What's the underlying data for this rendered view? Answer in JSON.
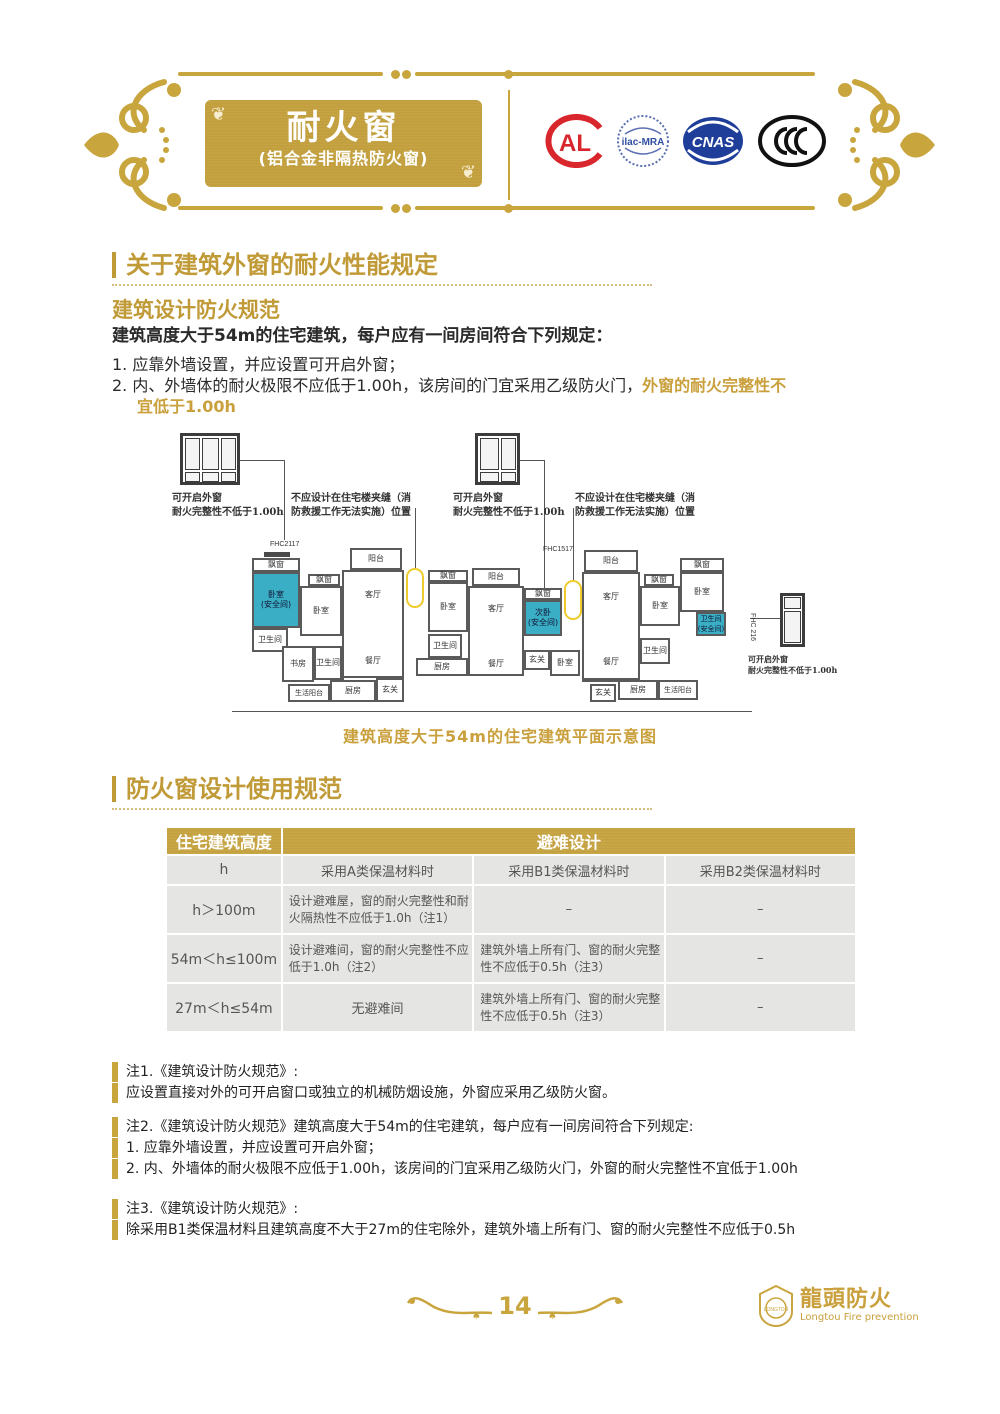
{
  "header": {
    "title": "耐火窗",
    "subtitle": "(铝合金非隔热防火窗)",
    "logos": [
      {
        "name": "al-certification-logo",
        "text": "AL",
        "color": "#d9262c"
      },
      {
        "name": "ilac-mra-logo",
        "text": "ilac-MRA",
        "color": "#2f4fa0"
      },
      {
        "name": "cnas-logo",
        "text": "CNAS",
        "color": "#1f3e9a"
      },
      {
        "name": "ccc-logo",
        "text": "CCC",
        "color": "#111111"
      }
    ]
  },
  "section1": {
    "heading": "关于建筑外窗的耐火性能规定",
    "subheading": "建筑设计防火规范",
    "intro": "建筑高度大于54m的住宅建筑，每户应有一间房间符合下列规定：",
    "item1": "1. 应靠外墙设置，并应设置可开启外窗；",
    "item2_normal": "2. 内、外墙体的耐火极限不应低于1.00h，该房间的门宜采用乙级防火门，",
    "item2_highlight_a": "外窗的耐火完整性不",
    "item2_highlight_b": "宜低于1.00h"
  },
  "plan": {
    "label_window_a1": "可开启外窗",
    "label_window_a2": "耐火完整性不低于1.00h",
    "label_gap_1": "不应设计在住宅楼夹缝（消",
    "label_gap_2": "防救援工作无法实施）位置",
    "label_window_b1": "可开启外窗",
    "label_window_b2": "耐火完整性不低于1.00h",
    "label_gap_b1": "不应设计在住宅楼夹缝（消",
    "label_gap_b2": "防救援工作无法实施）位置",
    "label_window_c1": "可开启外窗",
    "label_window_c2": "耐火完整性不低于1.00h",
    "code_a": "FHC2117",
    "code_b": "FHC1517",
    "code_c": "FHC 216",
    "rooms": {
      "bay": "飘窗",
      "bedroom": "卧室",
      "bedroom_safe": "卧室\n(安全间)",
      "second_bedroom_safe": "次卧\n(安全间)",
      "bath": "卫生间",
      "bath_safe": "卫生间\n(安全间)",
      "balcony": "阳台",
      "living": "客厅",
      "dining": "餐厅",
      "kitchen": "厨房",
      "study": "书房",
      "entry": "玄关",
      "utility_balcony": "生活阳台"
    },
    "caption": "建筑高度大于54m的住宅建筑平面示意图"
  },
  "section2": {
    "heading": "防火窗设计使用规范"
  },
  "table": {
    "header_col1": "住宅建筑高度",
    "header_col2": "避难设计",
    "subheaders": [
      "h",
      "采用A类保温材料时",
      "采用B1类保温材料时",
      "采用B2类保温材料时"
    ],
    "rows": [
      {
        "h": "h＞100m",
        "a": "设计避难屋，窗的耐火完整性和耐火隔热性不应低于1.0h（注1）",
        "b1": "–",
        "b2": "–"
      },
      {
        "h": "54m＜h≤100m",
        "a": "设计避难间，窗的耐火完整性不应低于1.0h（注2）",
        "b1": "建筑外墙上所有门、窗的耐火完整性不应低于0.5h（注3）",
        "b2": "–"
      },
      {
        "h": "27m＜h≤54m",
        "a": "无避难间",
        "b1": "建筑外墙上所有门、窗的耐火完整性不应低于0.5h（注3）",
        "b2": "–"
      }
    ]
  },
  "notes": [
    {
      "lines": [
        "注1.《建筑设计防火规范》:",
        "应设置直接对外的可开启窗口或独立的机械防烟设施，外窗应采用乙级防火窗。"
      ]
    },
    {
      "lines": [
        "注2.《建筑设计防火规范》建筑高度大于54m的住宅建筑，每户应有一间房间符合下列规定:",
        "1. 应靠外墙设置，并应设置可开启外窗；",
        "2. 内、外墙体的耐火极限不应低于1.00h，该房间的门宜采用乙级防火门，外窗的耐火完整性不宜低于1.00h"
      ]
    },
    {
      "lines": [
        "注3.《建筑设计防火规范》:",
        "除采用B1类保温材料且建筑高度不大于27m的住宅除外，建筑外墙上所有门、窗的耐火完整性不应低于0.5h"
      ]
    }
  ],
  "footer": {
    "page_number": "14",
    "brand_cn": "龍頭防火",
    "brand_en": "Longtou Fire prevention",
    "brand_badge": "LONGTOU"
  },
  "colors": {
    "gold": "#c19a38",
    "safe_room": "#3aaec4",
    "table_bg": "#e5e5e4"
  }
}
